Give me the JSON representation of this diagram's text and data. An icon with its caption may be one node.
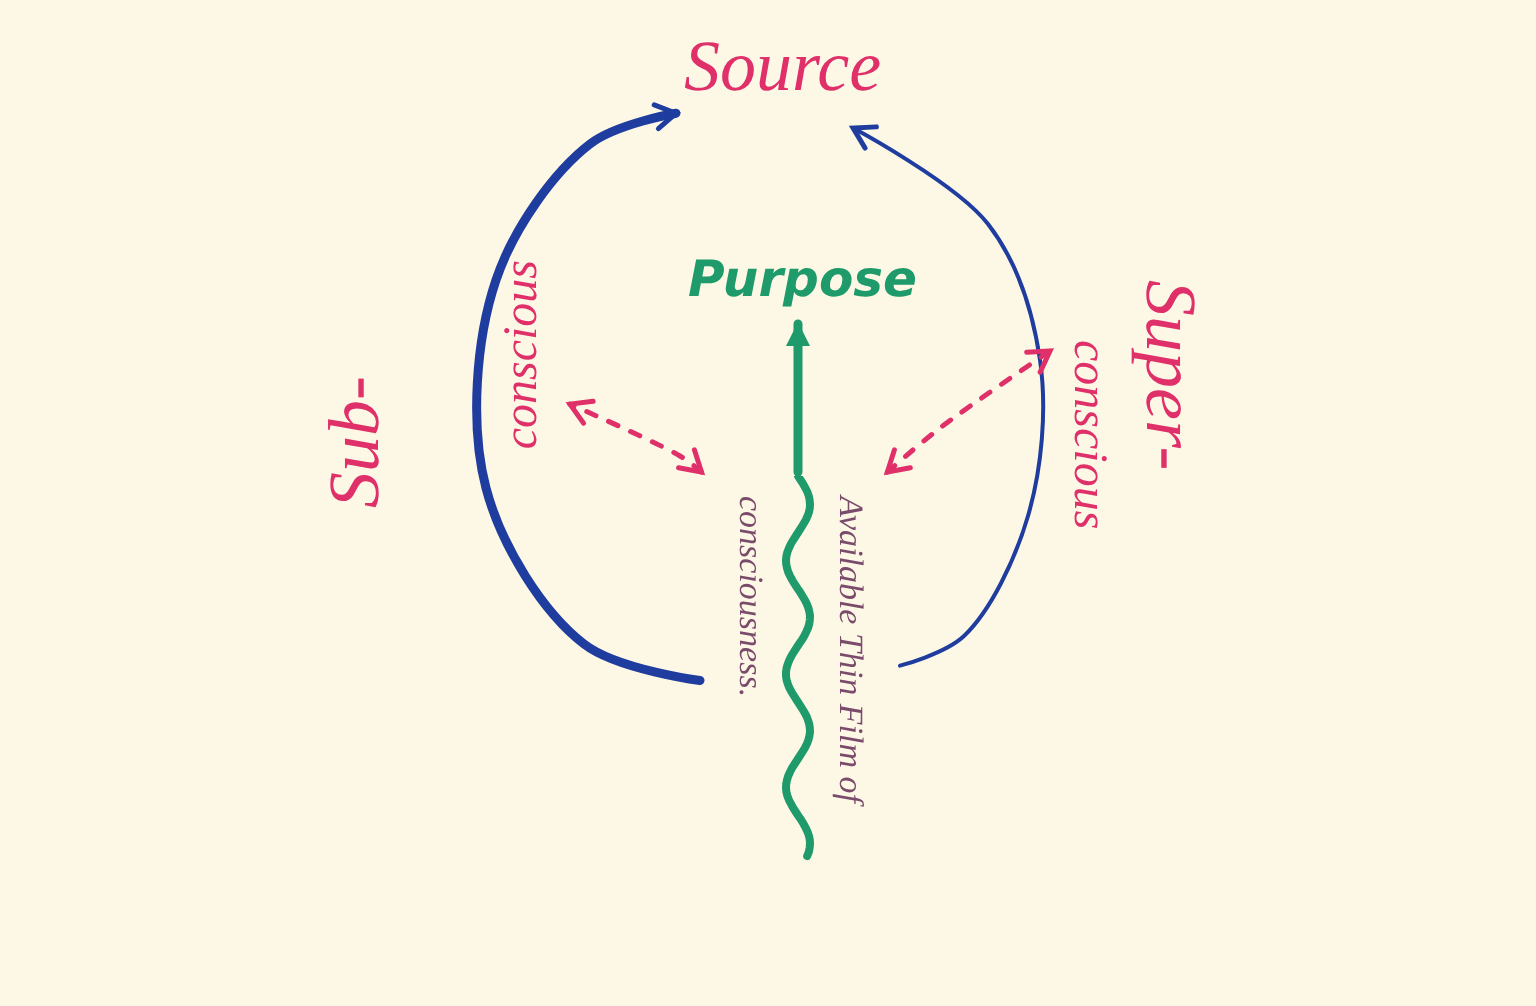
{
  "diagram": {
    "nodes": [
      {
        "text": [
          "Source"
        ]
      },
      {
        "text": [
          "Purpose"
        ]
      },
      {
        "text": [
          "Sub-",
          "conscious"
        ]
      },
      {
        "text": [
          "Super-",
          "conscious"
        ]
      },
      {
        "text": [
          "Available Thin Film of consciousness."
        ]
      }
    ],
    "edges": [
      {
        "from": 4,
        "to": 0,
        "arrow": "to",
        "style": "thick"
      },
      {
        "from": 4,
        "to": 0,
        "arrow": "to"
      },
      {
        "from": 4,
        "to": 1,
        "arrow": "to",
        "style": "thick",
        "color": "#1f9a6a"
      },
      {
        "from": 4,
        "to": 2,
        "arrow": "both",
        "style": "dashed",
        "color": "#e0306a"
      },
      {
        "from": 4,
        "to": 3,
        "arrow": "both",
        "style": "dashed",
        "color": "#e0306a"
      }
    ]
  }
}
